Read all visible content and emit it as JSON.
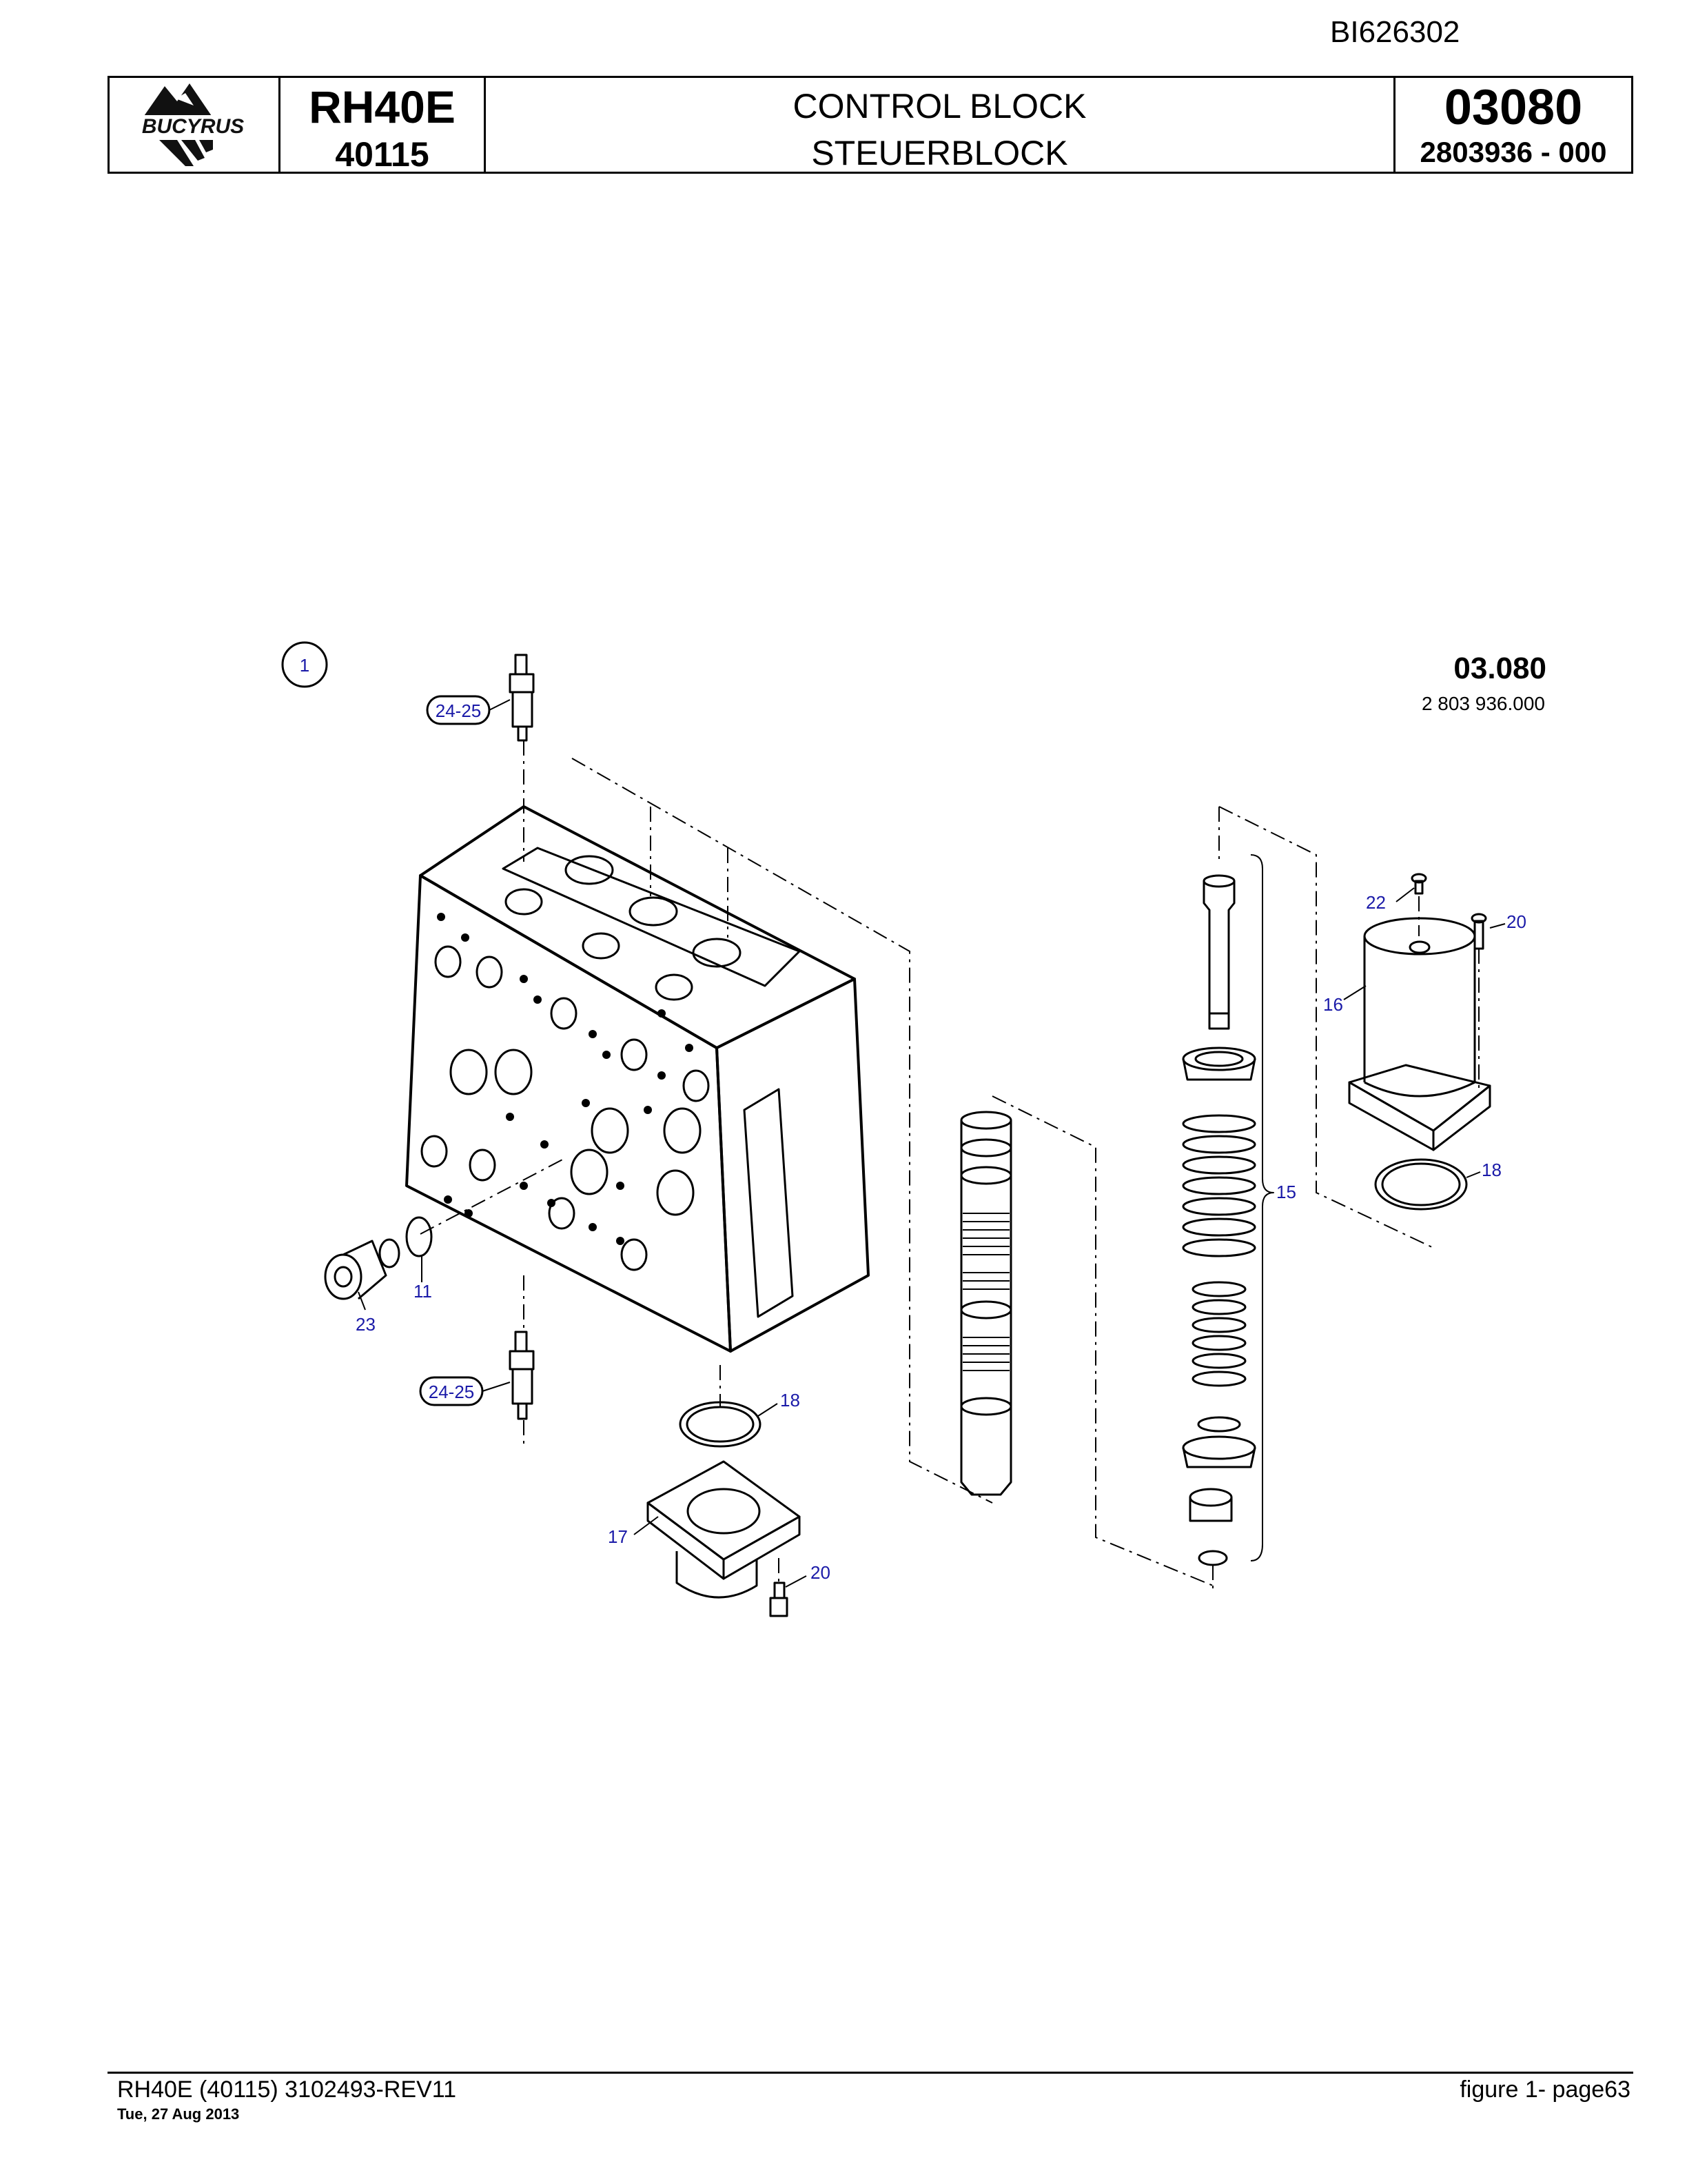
{
  "document_id": "BI626302",
  "header": {
    "logo_text": "BUCYRUS",
    "model": "RH40E",
    "serial": "40115",
    "title_en": "CONTROL BLOCK",
    "title_de": "STEUERBLOCK",
    "figure_number": "03080",
    "part_number": "2803936  - 000"
  },
  "diagram": {
    "figure_code": "03.080",
    "figure_part": "2 803 936.000",
    "callouts": {
      "c1": "1",
      "c24_25_top": "24-25",
      "c24_25_bottom": "24-25",
      "c11": "11",
      "c23": "23",
      "c18_lower": "18",
      "c17": "17",
      "c20_lower": "20",
      "c15": "15",
      "c16": "16",
      "c22": "22",
      "c20_upper": "20",
      "c18_upper": "18"
    }
  },
  "footer": {
    "left": "RH40E (40115) 3102493-REV11",
    "date": "Tue, 27 Aug 2013",
    "right": "figure  1- page63"
  }
}
